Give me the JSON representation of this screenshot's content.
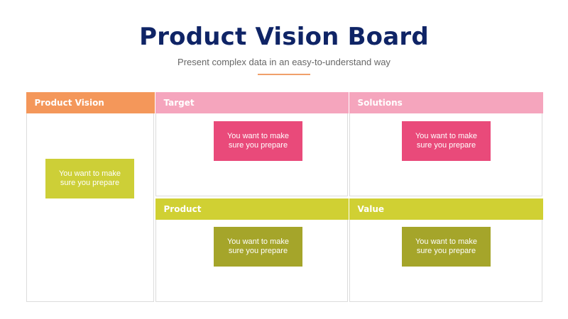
{
  "header": {
    "title": "Product Vision Board",
    "subtitle": "Present complex data in an easy-to-understand way",
    "accent_color": "#f0a06a"
  },
  "colors": {
    "title": "#0f2466",
    "orange_header": "#f4975a",
    "pink_header": "#f5a5bd",
    "lime_header": "#d0d033",
    "pink_note": "#e94a7a",
    "lime_note": "#cdcf37",
    "olive_note": "#a5a52a"
  },
  "panels": [
    {
      "id": "product-vision",
      "label": "Product Vision",
      "note": "You want to make sure you prepare"
    },
    {
      "id": "target",
      "label": "Target",
      "note": "You want to make sure you prepare"
    },
    {
      "id": "solutions",
      "label": "Solutions",
      "note": "You want to make sure you prepare"
    },
    {
      "id": "product",
      "label": "Product",
      "note": "You want to make sure you prepare"
    },
    {
      "id": "value",
      "label": "Value",
      "note": "You want to make sure you prepare"
    }
  ]
}
